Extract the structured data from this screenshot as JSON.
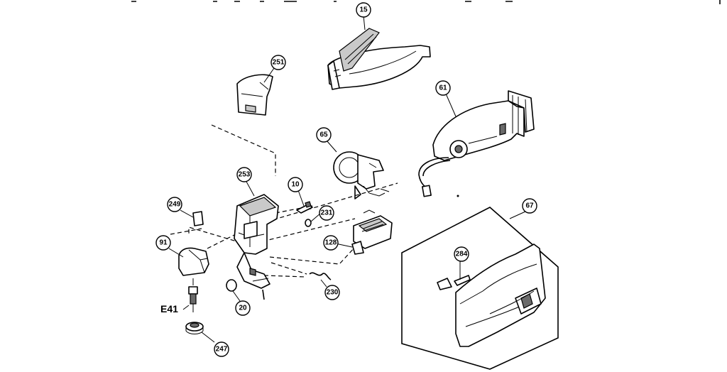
{
  "callouts": {
    "p15": "15",
    "p251": "251",
    "p61": "61",
    "p65": "65",
    "p253": "253",
    "p10": "10",
    "p249": "249",
    "p231": "231",
    "p128": "128",
    "p91": "91",
    "p230": "230",
    "p20": "20",
    "p247": "247",
    "p67": "67",
    "p284": "284"
  },
  "labels": {
    "e41": "E41"
  }
}
